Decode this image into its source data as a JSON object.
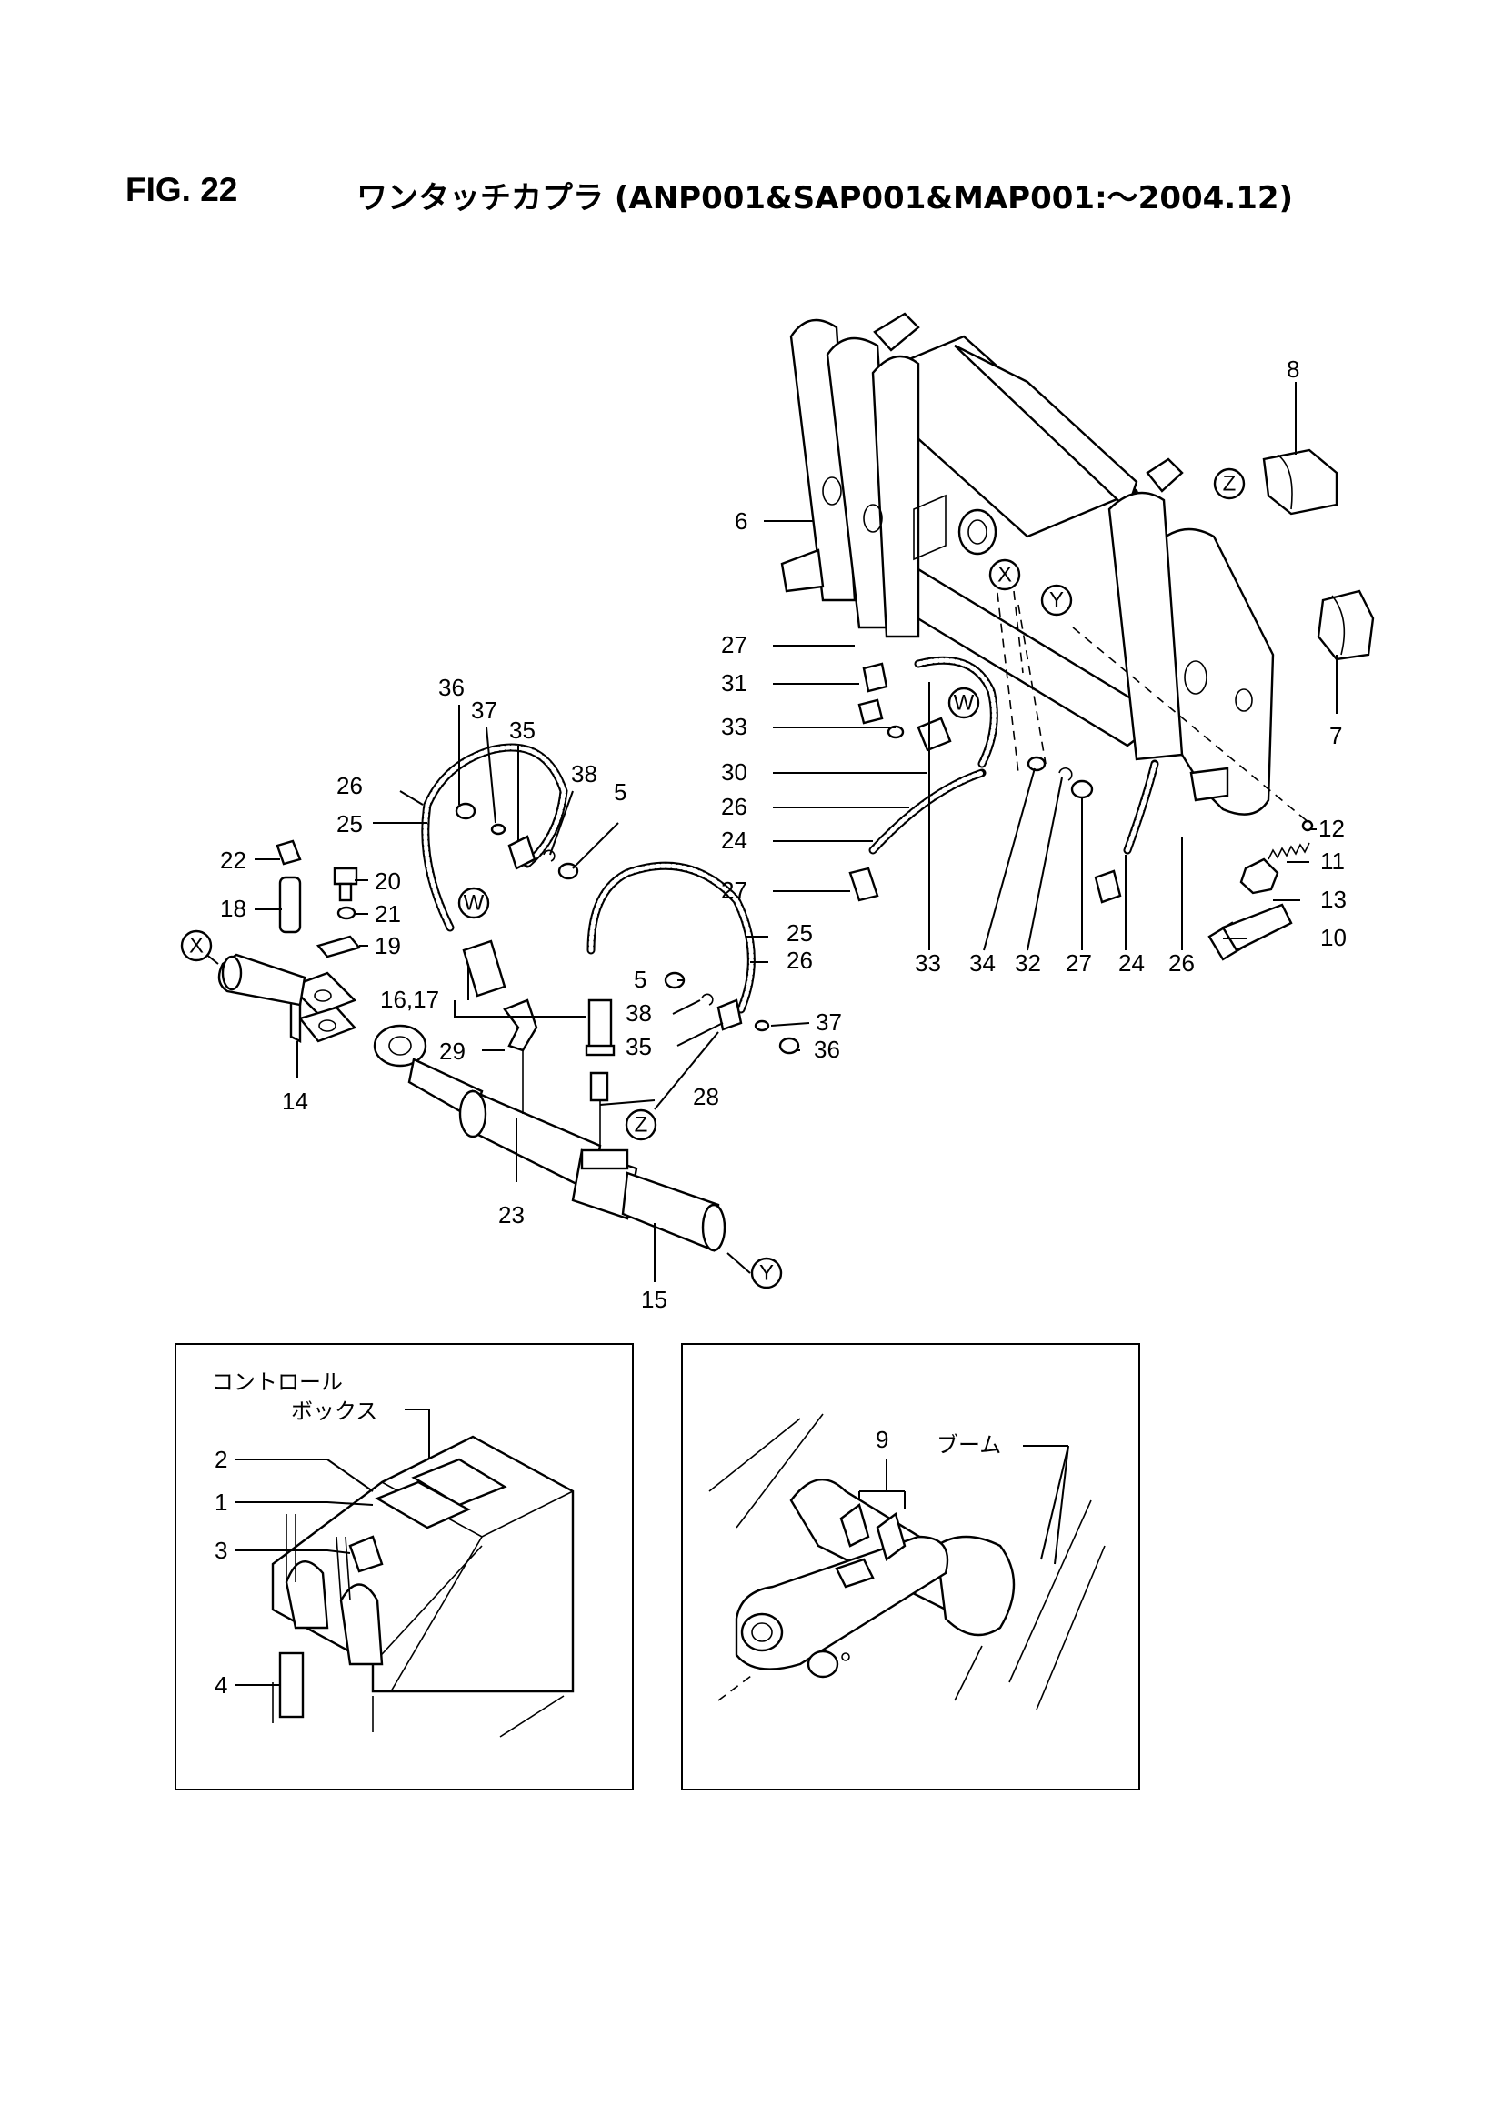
{
  "figure": {
    "number": "FIG. 22",
    "title": "ワンタッチカプラ (ANP001&SAP001&MAP001:～2004.12)"
  },
  "ref_markers": {
    "X": "X",
    "Y": "Y",
    "Z": "Z",
    "W": "W"
  },
  "callouts": {
    "c1": "1",
    "c2": "2",
    "c3": "3",
    "c4": "4",
    "c5a": "5",
    "c5b": "5",
    "c6": "6",
    "c7": "7",
    "c8": "8",
    "c9": "9",
    "c10": "10",
    "c11": "11",
    "c12": "12",
    "c13": "13",
    "c14": "14",
    "c15": "15",
    "c1617": "16,17",
    "c18": "18",
    "c19": "19",
    "c20": "20",
    "c21": "21",
    "c22": "22",
    "c23": "23",
    "c24a": "24",
    "c24b": "24",
    "c25a": "25",
    "c25b": "25",
    "c26a": "26",
    "c26b": "26",
    "c26c": "26",
    "c26d": "26",
    "c27a": "27",
    "c27b": "27",
    "c27c": "27",
    "c28": "28",
    "c29": "29",
    "c30": "30",
    "c31": "31",
    "c32": "32",
    "c33a": "33",
    "c33b": "33",
    "c34": "34",
    "c35a": "35",
    "c35b": "35",
    "c36a": "36",
    "c36b": "36",
    "c37a": "37",
    "c37b": "37",
    "c38a": "38",
    "c38b": "38"
  },
  "inset_left": {
    "label_line1": "コントロール",
    "label_line2": "ボックス"
  },
  "inset_right": {
    "boom_label": "ブーム"
  }
}
